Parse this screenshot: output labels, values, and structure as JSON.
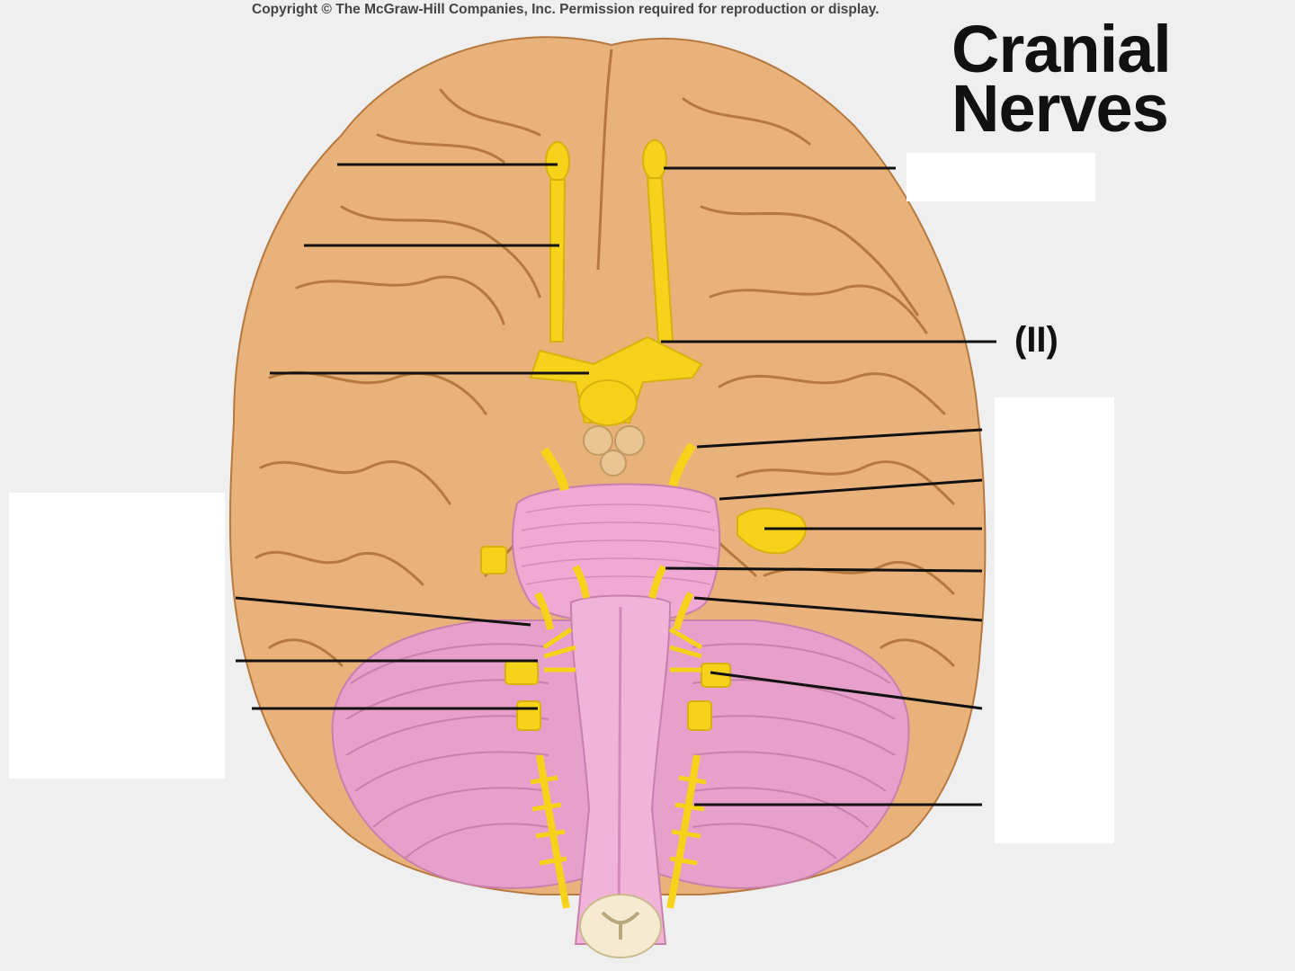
{
  "copyright": "Copyright © The McGraw-Hill Companies, Inc. Permission required for reproduction or display.",
  "title": {
    "line1": "Cranial",
    "line2": "Nerves"
  },
  "labels": {
    "optic": "(II)"
  },
  "colors": {
    "background": "#efefef",
    "cerebrum": "#e9b27a",
    "cerebrum_sulcus": "#b5793f",
    "brainstem": "#efa9d2",
    "cerebellum": "#e6a0cb",
    "nerve": "#f6d21a",
    "leader_line": "#111111",
    "blank_box": "#ffffff"
  }
}
